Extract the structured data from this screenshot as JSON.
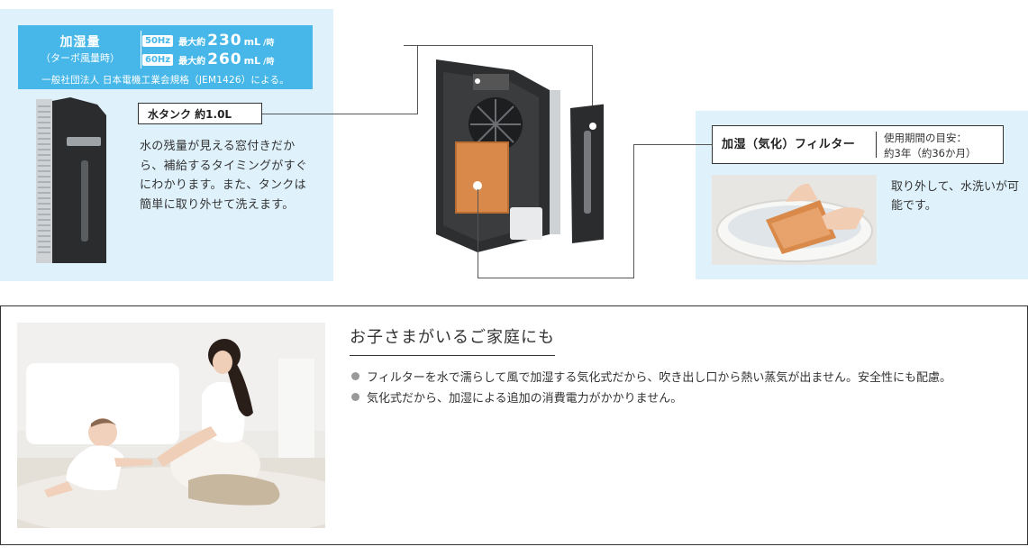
{
  "spec": {
    "title": "加湿量",
    "subtitle": "（ターボ風量時）",
    "rows": [
      {
        "hz": "50Hz",
        "max_label": "最大約",
        "value": "230",
        "unit": "mL",
        "per": "/時"
      },
      {
        "hz": "60Hz",
        "max_label": "最大約",
        "value": "260",
        "unit": "mL",
        "per": "/時"
      }
    ],
    "note": "一般社団法人 日本電機工業会規格（JEM1426）による。"
  },
  "tank": {
    "label": "水タンク 約1.0L",
    "description": "水の残量が見える窓付きだから、補給するタイミングがすぐにわかります。また、タンクは簡単に取り外せて洗えます。"
  },
  "filter": {
    "name": "加湿（気化）フィルター",
    "life_line1": "使用期間の目安：",
    "life_line2": "約3年（約36か月）",
    "description": "取り外して、水洗いが可能です。"
  },
  "family": {
    "heading": "お子さまがいるご家庭にも",
    "bullets": [
      "フィルターを水で濡らして風で加湿する気化式だから、吹き出し口から熱い蒸気が出ません。安全性にも配慮。",
      "気化式だから、加湿による追加の消費電力がかかりません。"
    ]
  },
  "colors": {
    "accent_blue": "#46b7e8",
    "panel_bg": "#dff1fb",
    "filter_orange": "#d98a4a"
  }
}
